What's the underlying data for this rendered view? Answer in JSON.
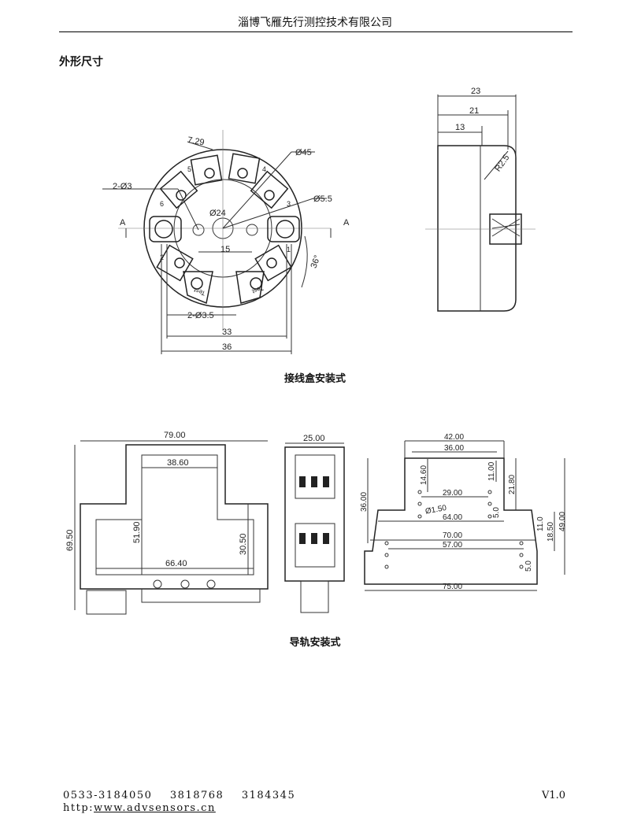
{
  "header": {
    "company": "淄博飞雁先行测控技术有限公司"
  },
  "section_title": "外形尺寸",
  "drawing1": {
    "caption": "接线盒安装式",
    "dims": {
      "d729": "7.29",
      "d45": "Ø45",
      "hole": "2-Ø3",
      "d55": "Ø5.5",
      "d24": "Ø24",
      "d15": "15",
      "d35": "2-Ø3.5",
      "d33": "33",
      "d36": "36",
      "angle": "36°",
      "sec_a": "A",
      "sec_b": "A",
      "t1": "1",
      "t2": "2",
      "t3": "3",
      "t4": "4",
      "t5": "5",
      "t6": "6",
      "test1": "Test",
      "test2": "Test"
    },
    "side": {
      "d23": "23",
      "d21": "21",
      "d13": "13",
      "r": "R2.5"
    }
  },
  "drawing2": {
    "caption": "导轨安装式",
    "front": {
      "d79": "79.00",
      "d3860": "38.60",
      "d5190": "51.90",
      "d6950": "69.50",
      "d3050": "30.50",
      "d6640": "66.40"
    },
    "mid": {
      "d25": "25.00"
    },
    "right": {
      "d42": "42.00",
      "d36": "36.00",
      "d1460": "14.60",
      "d1100": "11.00",
      "d2180": "21.80",
      "d29": "29.00",
      "d3600": "36.00",
      "d150": "Ø1.50",
      "d64": "64.00",
      "d50a": "5.0",
      "d110": "11.0",
      "d1850": "18.50",
      "d49": "49.00",
      "d70": "70.00",
      "d57": "57.00",
      "d50b": "5.0",
      "d75": "75.00"
    }
  },
  "footer": {
    "phones": "0533-3184050    3818768    3184345",
    "url_prefix": "http:",
    "url": "www.advsensors.cn",
    "version": "V1.0"
  }
}
